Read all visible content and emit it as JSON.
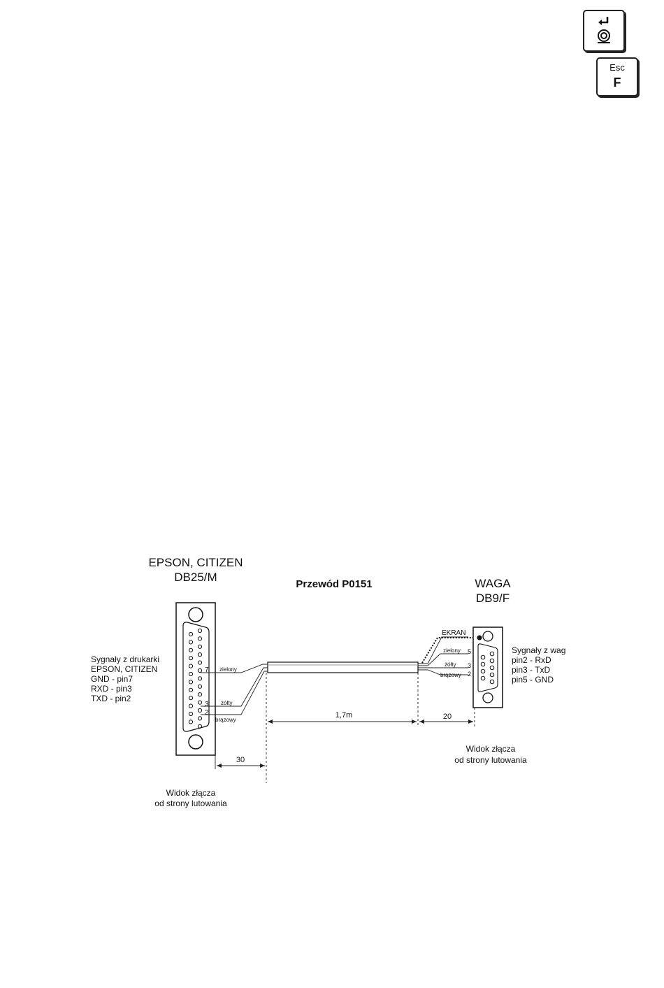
{
  "keys": {
    "enter_icon": "enter-key-icon",
    "esc_label": "Esc",
    "f_label": "F"
  },
  "diagram": {
    "left_title_1": "EPSON, CITIZEN",
    "left_title_2": "DB25/M",
    "center_title": "Przewód P0151",
    "right_title_1": "WAGA",
    "right_title_2": "DB9/F",
    "left_signals": [
      "Sygnały z drukarki",
      "EPSON, CITIZEN",
      "GND - pin7",
      "RXD - pin3",
      "TXD - pin2"
    ],
    "right_signals": [
      "Sygnały z wag",
      "pin2 - RxD",
      "pin3 - TxD",
      "pin5 - GND"
    ],
    "left_wires": {
      "green": "zielony",
      "yellow": "żółty",
      "brown": "brązowy"
    },
    "left_pins": {
      "p7": "7",
      "p3": "3",
      "p2": "2"
    },
    "right_wires": {
      "shield": "EKRAN",
      "green": "zielony",
      "yellow": "żółty",
      "brown": "brązowy"
    },
    "right_pins": {
      "p5": "5",
      "p3": "3",
      "p2": "2"
    },
    "dimensions": {
      "left": "30",
      "cable": "1,7m",
      "right": "20"
    },
    "left_view_1": "Widok złącza",
    "left_view_2": "od strony lutowania",
    "right_view_1": "Widok złącza",
    "right_view_2": "od strony lutowania"
  }
}
